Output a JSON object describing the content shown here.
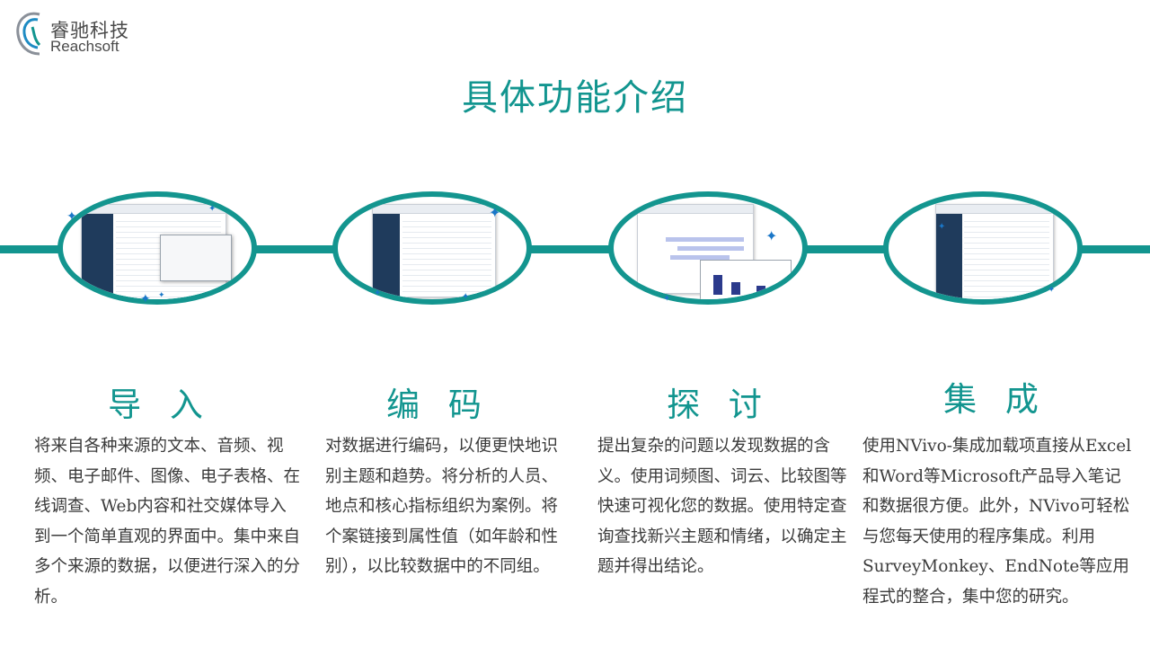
{
  "logo": {
    "name_cn": "睿驰科技",
    "name_en": "Reachsoft"
  },
  "title": "具体功能介绍",
  "colors": {
    "accent": "#13958f",
    "text": "#3b3b3b",
    "sparkle": "#1a77c8"
  },
  "features": [
    {
      "heading": "导 入",
      "icon": "nvivo-import-screenshot",
      "description": "将来自各种来源的文本、音频、视频、电子邮件、图像、电子表格、在线调查、Web内容和社交媒体导入到一个简单直观的界面中。集中来自多个来源的数据，以便进行深入的分析。"
    },
    {
      "heading": "编 码",
      "icon": "nvivo-coding-screenshot",
      "description": "对数据进行编码，以便更快地识别主题和趋势。将分析的人员、地点和核心指标组织为案例。将个案链接到属性值（如年龄和性别），以比较数据中的不同组。"
    },
    {
      "heading": "探 讨",
      "icon": "nvivo-explore-screenshot",
      "description": "提出复杂的问题以发现数据的含义。使用词频图、词云、比较图等快速可视化您的数据。使用特定查询查找新兴主题和情绪，以确定主题并得出结论。"
    },
    {
      "heading": "集 成",
      "icon": "nvivo-integrate-screenshot",
      "description": "使用NVivo-集成加载项直接从Excel和Word等Microsoft产品导入笔记和数据很方便。此外，NVivo可轻松与您每天使用的程序集成。利用SurveyMonkey、EndNote等应用程式的整合，集中您的研究。"
    }
  ]
}
